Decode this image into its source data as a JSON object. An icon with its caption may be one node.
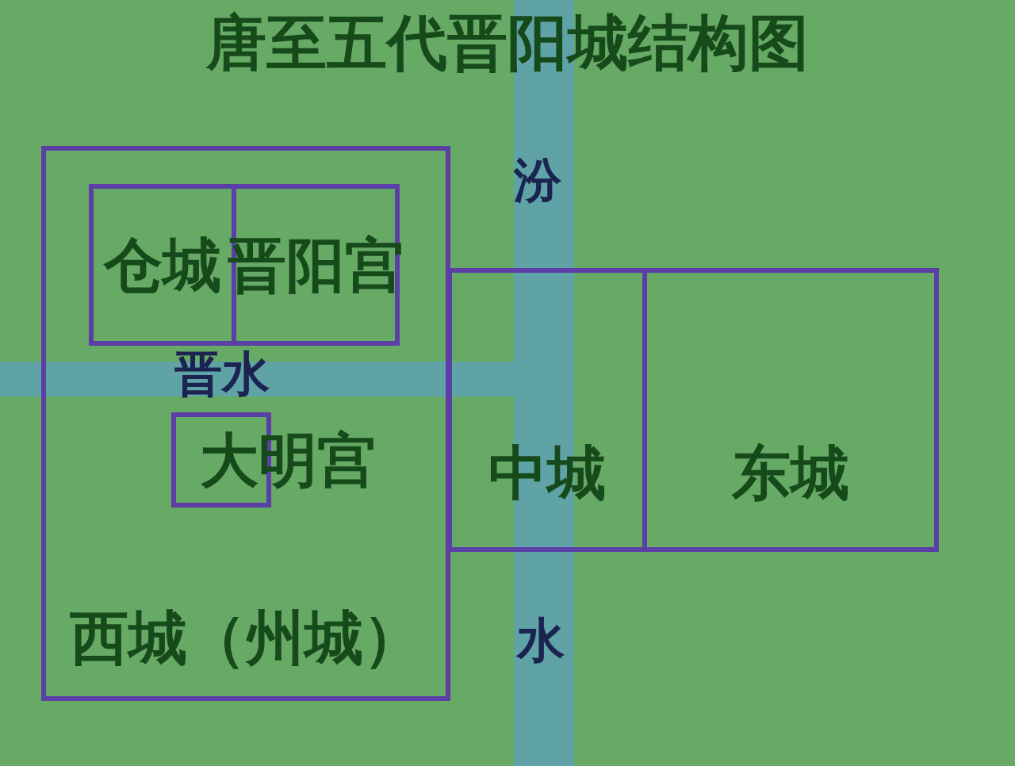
{
  "diagram": {
    "title": "唐至五代晋阳城结构图",
    "nodes": [
      {
        "text": [
          "西城（州城）"
        ]
      },
      {
        "text": [
          "仓城"
        ],
        "in": 0
      },
      {
        "text": [
          "晋阳宫"
        ],
        "in": 0
      },
      {
        "text": [
          "大明宫"
        ],
        "in": 0
      },
      {
        "text": [
          "中城"
        ]
      },
      {
        "text": [
          "东城"
        ]
      }
    ],
    "labels": [
      "汾",
      "晋水",
      "水"
    ]
  }
}
